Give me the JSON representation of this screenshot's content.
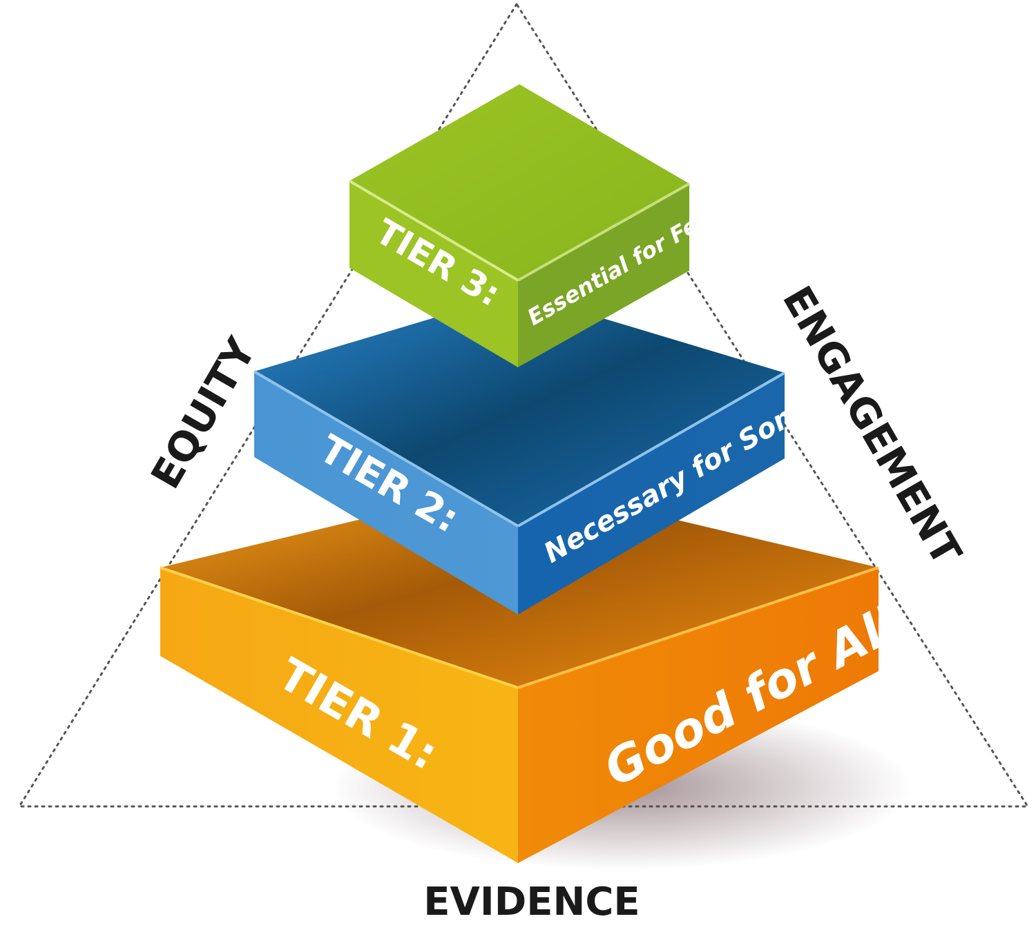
{
  "triangle": {
    "left_label": "EQUITY",
    "right_label": "ENGAGEMENT",
    "bottom_label": "EVIDENCE"
  },
  "tiers": [
    {
      "title": "TIER 1:",
      "subtitle": "Good for All",
      "color": "#f39a12"
    },
    {
      "title": "TIER 2:",
      "subtitle": "Necessary for Some",
      "color": "#1f6fb5"
    },
    {
      "title": "TIER 3:",
      "subtitle": "Essential for Few",
      "color": "#95c121"
    }
  ]
}
